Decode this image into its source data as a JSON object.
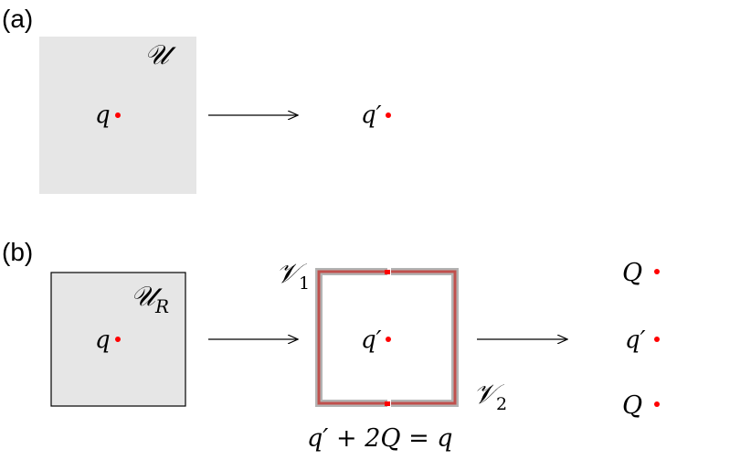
{
  "panel_a": {
    "label": "(a)",
    "region_label": "𝒰",
    "point_left": "q",
    "point_right": "q′"
  },
  "panel_b": {
    "label": "(b)",
    "region_label": "𝒰",
    "region_subscript": "R",
    "point_left": "q",
    "point_center": "q′",
    "v1_label": "𝒱",
    "v1_subscript": "1",
    "v2_label": "𝒱",
    "v2_subscript": "2",
    "equation": "q′ + 2Q = q",
    "right_top": "Q",
    "right_mid": "q′",
    "right_bottom": "Q"
  },
  "colors": {
    "region_fill": "#e6e6e6",
    "point": "#ff0000",
    "v_outer": "#b3b3b3",
    "v_inner": "#c0504d"
  }
}
